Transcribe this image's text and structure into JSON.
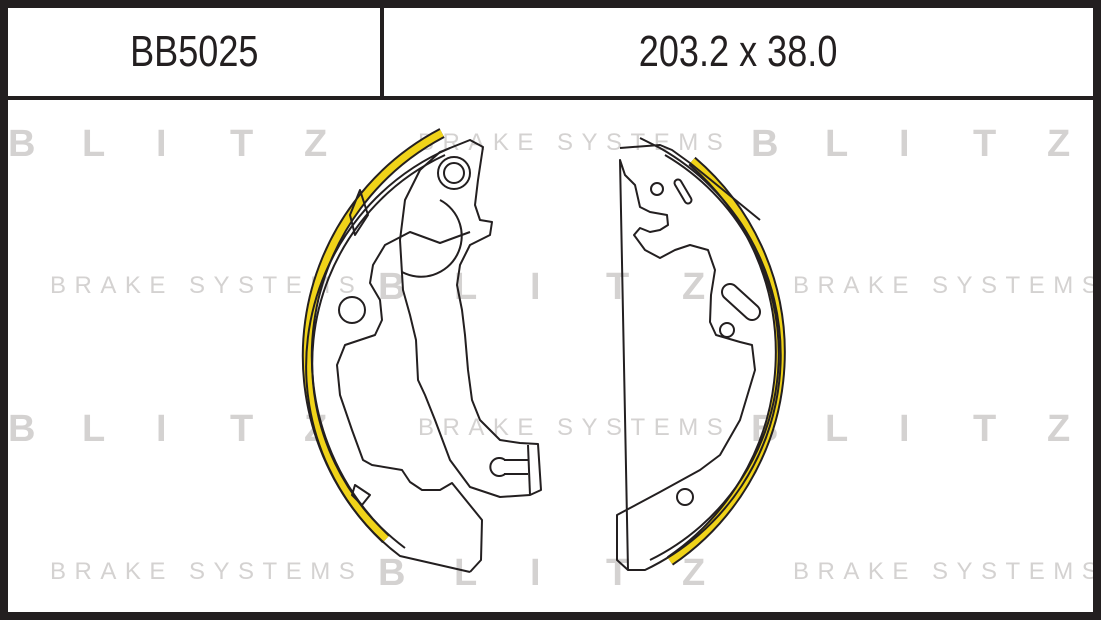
{
  "header": {
    "part_number": "BB5025",
    "dimensions": "203.2 x 38.0"
  },
  "watermark": {
    "brand": "BLITZ",
    "letters": [
      "B",
      "L",
      "I",
      "T",
      "Z"
    ],
    "tagline": "BRAKE SYSTEMS"
  },
  "colors": {
    "lining": "#f0d319",
    "outline": "#231f20",
    "watermark": "#d4d2d1"
  }
}
